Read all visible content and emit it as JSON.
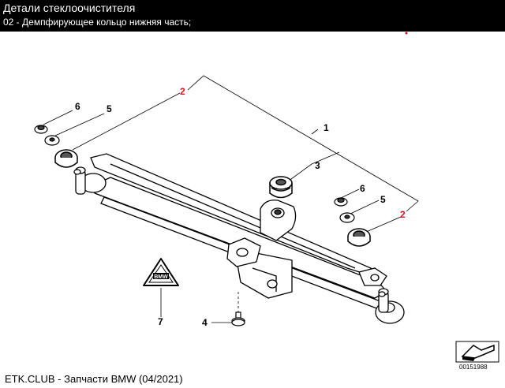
{
  "header": {
    "title": "Детали стеклоочистителя",
    "subtitle": "02 - Демпфирующее кольцо нижняя часть;"
  },
  "diagram": {
    "callouts": [
      {
        "id": "c1",
        "label": "1",
        "highlighted": false
      },
      {
        "id": "c2a",
        "label": "2",
        "highlighted": true
      },
      {
        "id": "c2b",
        "label": "2",
        "highlighted": true
      },
      {
        "id": "c3",
        "label": "3",
        "highlighted": false
      },
      {
        "id": "c4",
        "label": "4",
        "highlighted": false
      },
      {
        "id": "c5a",
        "label": "5",
        "highlighted": false
      },
      {
        "id": "c5b",
        "label": "5",
        "highlighted": false
      },
      {
        "id": "c6a",
        "label": "6",
        "highlighted": false
      },
      {
        "id": "c6b",
        "label": "6",
        "highlighted": false
      },
      {
        "id": "c7",
        "label": "7",
        "highlighted": false
      }
    ],
    "image_number": "00151988",
    "warning_sign_text": "BMW"
  },
  "colors": {
    "header_bg": "#000000",
    "header_text": "#ffffff",
    "highlight": "#e0101e"
  },
  "footer": {
    "text": "ETK.CLUB - Запчасти BMW (04/2021)"
  }
}
